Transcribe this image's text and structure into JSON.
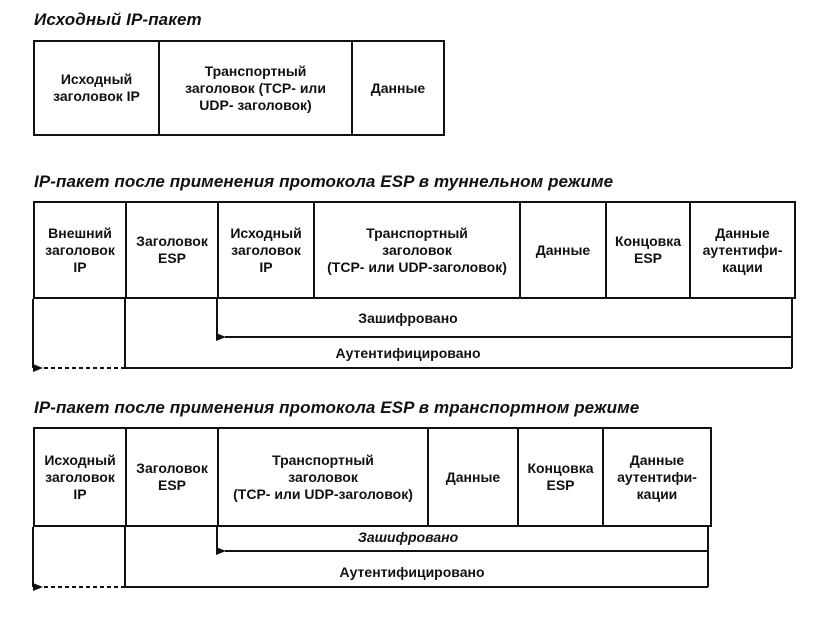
{
  "diagram": {
    "original": {
      "title": "Исходный IP-пакет",
      "cells": [
        "Исходный\nзаголовок IP",
        "Транспортный\nзаголовок (TCP- или\nUDP- заголовок)",
        "Данные"
      ]
    },
    "tunnel": {
      "title": "IP-пакет после применения протокола ESP в туннельном режиме",
      "cells": [
        "Внешний\nзаголовок\nIP",
        "Заголовок\nESP",
        "Исходный\nзаголовок\nIP",
        "Транспортный\nзаголовок\n(TCP- или UDP-заголовок)",
        "Данные",
        "Концовка\nESP",
        "Данные\nаутентифи-\nкации"
      ],
      "encrypted_label": "Зашифровано",
      "authenticated_label": "Аутентифицировано"
    },
    "transport": {
      "title": "IP-пакет после применения протокола ESP в транспортном режиме",
      "cells": [
        "Исходный\nзаголовок\nIP",
        "Заголовок\nESP",
        "Транспортный\nзаголовок\n(TCP- или UDP-заголовок)",
        "Данные",
        "Концовка\nESP",
        "Данные\nаутентифи-\nкации"
      ],
      "encrypted_label": "Зашифровано",
      "authenticated_label": "Аутентифицировано"
    }
  }
}
